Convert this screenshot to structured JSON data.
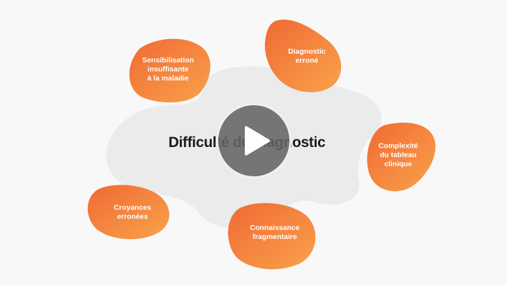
{
  "center": {
    "title": "Difficulté du diagnostic"
  },
  "nodes": [
    {
      "id": "sensibilisation",
      "label": "Sensibilisation\ninsuffisante\nà la maladie"
    },
    {
      "id": "diagnostic-errone",
      "label": "Diagnostic\nerroné"
    },
    {
      "id": "complexite",
      "label": "Complexité\ndu tableau\nclinique"
    },
    {
      "id": "croyances",
      "label": "Croyances\nerronées"
    },
    {
      "id": "connaissance",
      "label": "Connaissance\nfragmentaire"
    }
  ],
  "colors": {
    "blob_light": "#f9a24a",
    "blob_dark": "#f06a34",
    "center_blob": "#ebebeb",
    "background": "#f8f8f8"
  },
  "player": {
    "icon": "play-icon"
  }
}
